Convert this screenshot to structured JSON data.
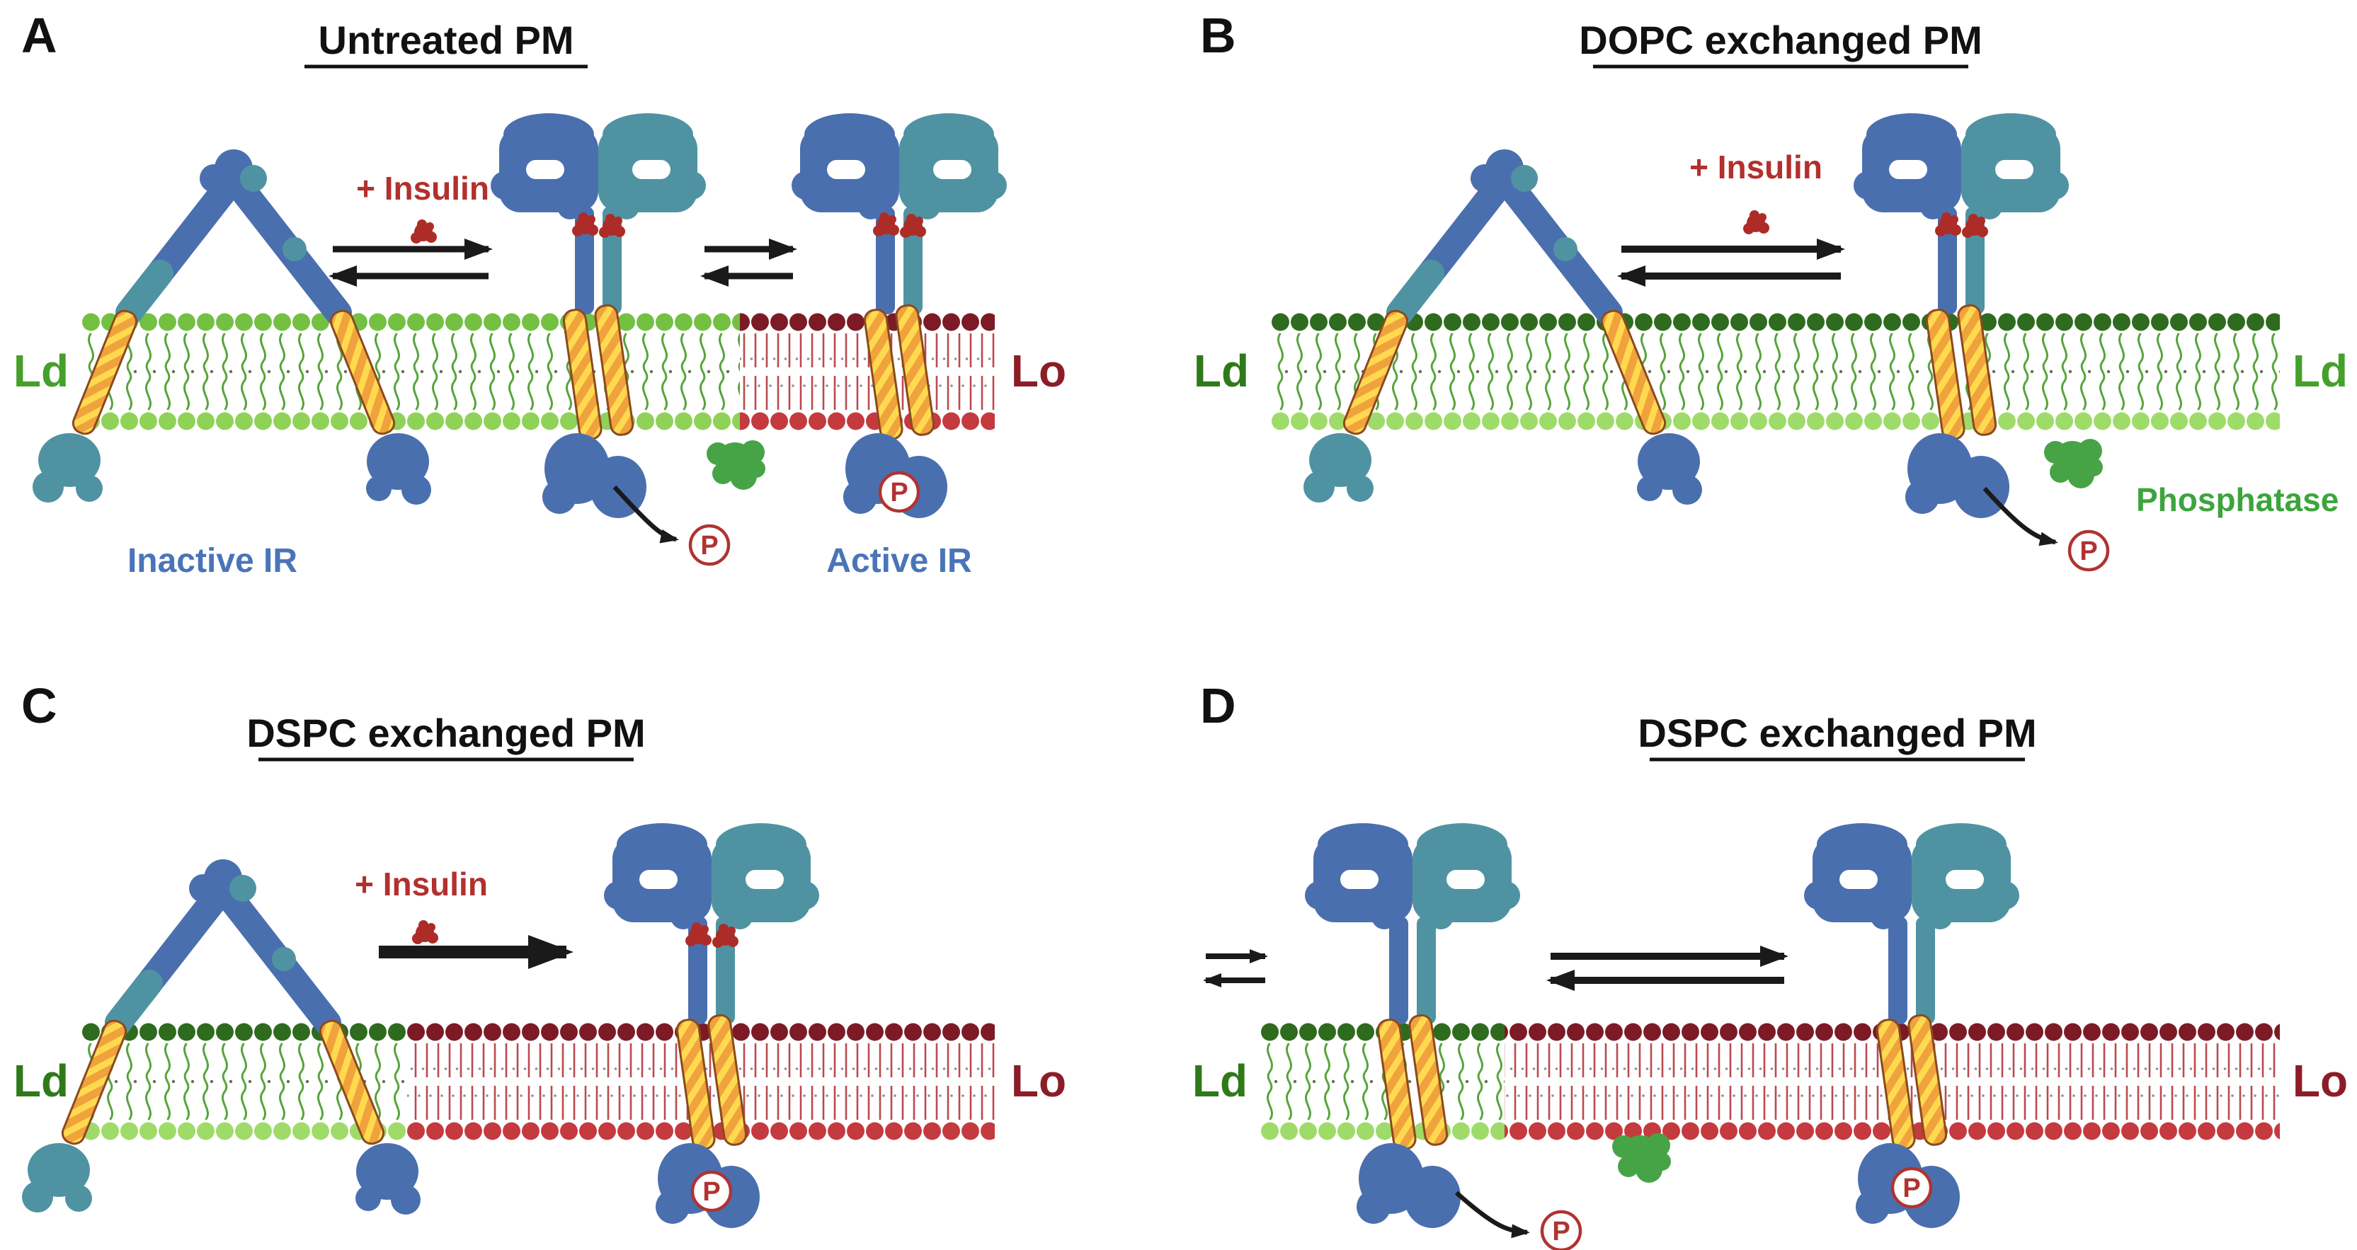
{
  "figure": {
    "type": "scientific-diagram",
    "subject": "Insulin receptor activation in lipid-exchanged plasma membranes",
    "background": "#ffffff"
  },
  "labels": {
    "p_badge": "P"
  },
  "colors": {
    "ld_green_bright": "#74c043",
    "ld_green_light": "#9fdb69",
    "ld_green_dark": "#2e6b1e",
    "lo_maroon": "#7c1b26",
    "lo_red": "#c43a3f",
    "receptor_blue": "#4a6fae",
    "receptor_teal": "#4f93a3",
    "insulin_red": "#ae2c28",
    "phosphatase_green": "#46a446",
    "helix_orange": "#f0a23c",
    "helix_yellow": "#ffd94f",
    "ld_label_green": "#2e7a1a",
    "lo_label_maroon": "#8c1d28",
    "ir_label_blue": "#4a74b8"
  },
  "panels": {
    "a": {
      "letter": "A",
      "title": "Untreated PM",
      "membrane_left_label": "Ld",
      "membrane_right_label": "Lo",
      "insulin_label": "+ Insulin",
      "inactive_ir_label": "Inactive IR",
      "active_ir_label": "Active IR"
    },
    "b": {
      "letter": "B",
      "title": "DOPC exchanged PM",
      "membrane_left_label": "Ld",
      "membrane_right_label": "Ld",
      "insulin_label": "+ Insulin",
      "phosphatase_label": "Phosphatase"
    },
    "c": {
      "letter": "C",
      "title": "DSPC exchanged PM",
      "membrane_left_label": "Ld",
      "membrane_right_label": "Lo",
      "insulin_label": "+ Insulin"
    },
    "d": {
      "letter": "D",
      "title": "DSPC exchanged PM",
      "membrane_left_label": "Ld",
      "membrane_right_label": "Lo"
    }
  }
}
